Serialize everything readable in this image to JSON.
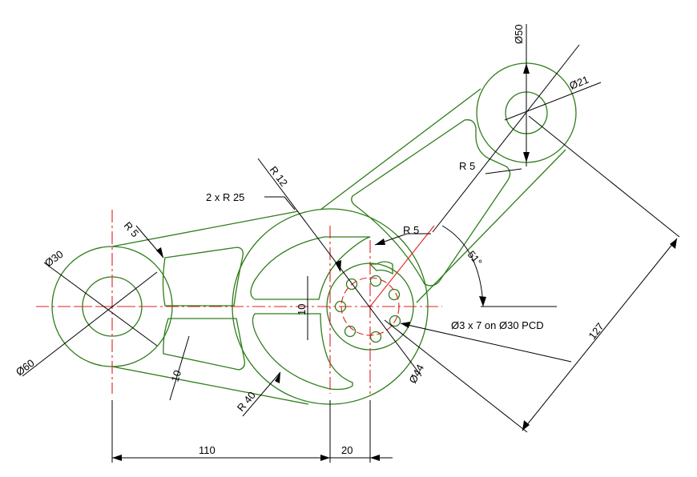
{
  "colors": {
    "geometry": "#2e7d1a",
    "centerline": "#e02020",
    "dimension": "#000000",
    "background": "#ffffff"
  },
  "dimensions": {
    "top_hole_outer": "Ø50",
    "top_hole_inner": "Ø21",
    "top_fillet": "R 5",
    "left_outer": "Ø60",
    "left_inner": "Ø30",
    "left_fillet": "R 5",
    "arc_radius_12": "R 12",
    "twin_radius": "2 x R  25",
    "hub_fillet": "R 5",
    "rib_width": "10",
    "slot_width": "10",
    "outer_arc": "R 40",
    "hub_diameter": "Ø44",
    "pcd_holes": "Ø3 x 7 on Ø30 PCD",
    "angle": "51°",
    "arm_length": "127",
    "horizontal_left": "110",
    "horizontal_right": "20"
  }
}
